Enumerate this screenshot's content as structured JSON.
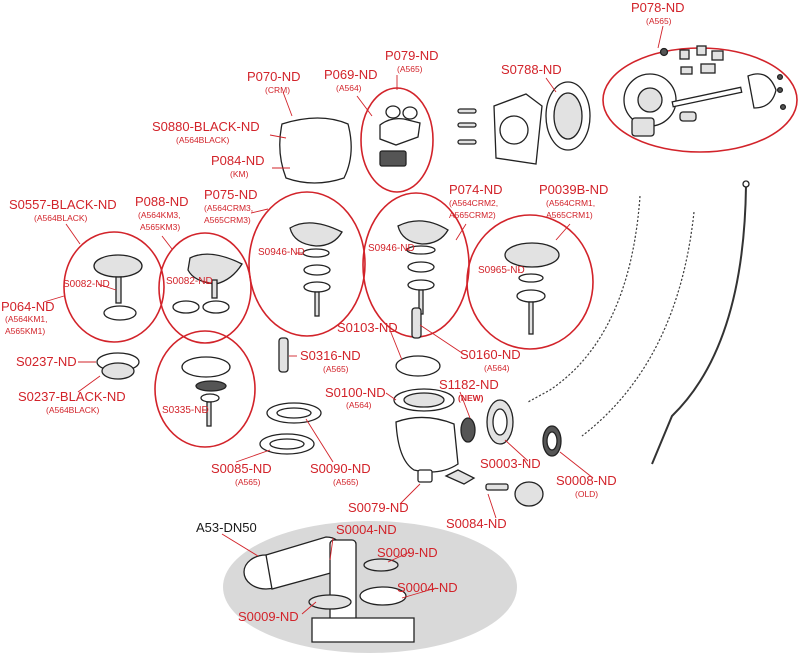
{
  "diagram": {
    "colors": {
      "label": "#d2232a",
      "outline": "#222222",
      "kit_bg": "#d9d9d9"
    },
    "labels": {
      "p078": "P078-ND",
      "p078_sub": "(A565)",
      "p079": "P079-ND",
      "p079_sub": "(A565)",
      "s0788": "S0788-ND",
      "p069": "P069-ND",
      "p069_sub": "(A564)",
      "p070": "P070-ND",
      "p070_sub": "(CRM)",
      "s0880": "S0880-BLACK-ND",
      "s0880_sub": "(A564BLACK)",
      "p084": "P084-ND",
      "p084_sub": "(KM)",
      "s0557": "S0557-BLACK-ND",
      "s0557_sub": "(A564BLACK)",
      "p088": "P088-ND",
      "p088_sub1": "(A564KM3,",
      "p088_sub2": "A565KM3)",
      "p075": "P075-ND",
      "p075_sub1": "(A564CRM3,",
      "p075_sub2": "A565CRM3)",
      "p074": "P074-ND",
      "p074_sub1": "(A564CRM2,",
      "p074_sub2": "A565CRM2)",
      "p0039b": "P0039B-ND",
      "p0039b_sub1": "(A564CRM1,",
      "p0039b_sub2": "A565CRM1)",
      "s0946a": "S0946-ND",
      "s0946b": "S0946-ND",
      "s0965": "S0965-ND",
      "s0082a": "S0082-ND",
      "s0082b": "S0082-ND",
      "p064": "P064-ND",
      "p064_sub1": "(A564KM1,",
      "p064_sub2": "A565KM1)",
      "s0103": "S0103-ND",
      "s0316": "S0316-ND",
      "s0316_sub": "(A565)",
      "s0160": "S0160-ND",
      "s0160_sub": "(A564)",
      "s0237": "S0237-ND",
      "s0237b": "S0237-BLACK-ND",
      "s0237b_sub": "(A564BLACK)",
      "s0335": "S0335-ND",
      "s0100": "S0100-ND",
      "s0100_sub": "(A564)",
      "s1182": "S1182-ND",
      "s1182_new": "(NEW)",
      "s0085": "S0085-ND",
      "s0085_sub": "(A565)",
      "s0090": "S0090-ND",
      "s0090_sub": "(A565)",
      "s0003": "S0003-ND",
      "s0008": "S0008-ND",
      "s0008_sub": "(OLD)",
      "s0079": "S0079-ND",
      "s0084": "S0084-ND",
      "a53": "A53-DN50",
      "s0004a": "S0004-ND",
      "s0004b": "S0004-ND",
      "s0009a": "S0009-ND",
      "s0009b": "S0009-ND"
    }
  }
}
